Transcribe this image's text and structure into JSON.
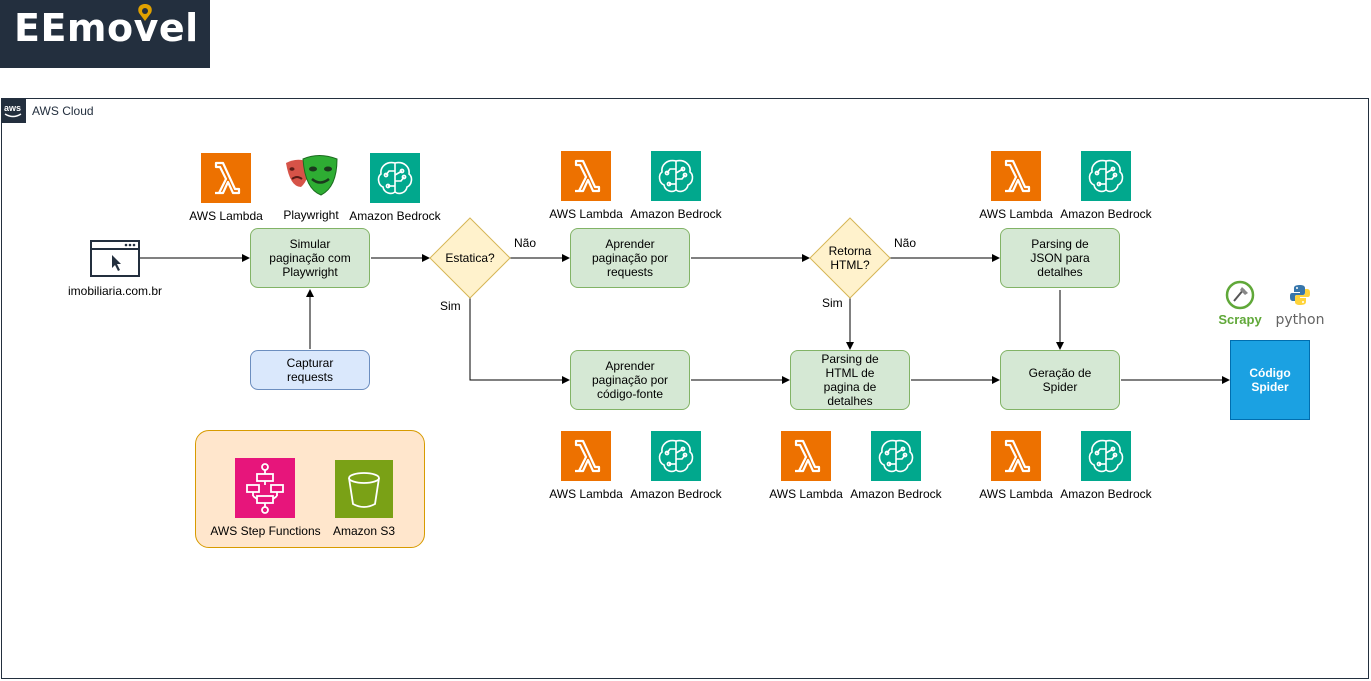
{
  "logo": {
    "text": "EEmovel"
  },
  "cloud": {
    "label": "AWS Cloud"
  },
  "nodes": {
    "website": "imobiliaria.com.br",
    "simular": "Simular\npaginação com\nPlaywright",
    "capturar": "Capturar\nrequests",
    "estatica": "Estatica?",
    "aprender_requests": "Aprender\npaginação por\nrequests",
    "aprender_codigo": "Aprender\npaginação por\ncódigo-fonte",
    "retorna_html": "Retorna\nHTML?",
    "parsing_html": "Parsing de\nHTML de\npagina de\ndetalhes",
    "parsing_json": "Parsing de\nJSON para\ndetalhes",
    "geracao": "Geração de\nSpider",
    "codigo_spider": "Código\nSpider"
  },
  "edges": {
    "nao_1": "Não",
    "sim_1": "Sim",
    "nao_2": "Não",
    "sim_2": "Sim"
  },
  "services": {
    "lambda": "AWS Lambda",
    "bedrock": "Amazon Bedrock",
    "playwright": "Playwright",
    "step_functions": "AWS Step Functions",
    "s3": "Amazon S3",
    "scrapy": "Scrapy",
    "python": "python"
  },
  "icons": {
    "lambda": "lambda-icon",
    "bedrock": "bedrock-brain-icon",
    "playwright": "playwright-masks-icon",
    "step_functions": "step-functions-icon",
    "s3": "s3-bucket-icon",
    "scrapy": "scrapy-spatula-icon",
    "python": "python-snakes-icon",
    "browser": "browser-window-icon",
    "aws": "aws-logo-icon"
  },
  "colors": {
    "lambda": "#ed7100",
    "bedrock": "#01a88d",
    "process_fill": "#d5e8d4",
    "process_border": "#82b366",
    "decision_fill": "#fff2cc",
    "decision_border": "#d6b656",
    "capture_fill": "#dae8fc",
    "spider_fill": "#1ba1e2",
    "group_fill": "#ffe6cc",
    "group_border": "#d79b00",
    "step_functions": "#e7157b",
    "s3": "#7aa116"
  }
}
